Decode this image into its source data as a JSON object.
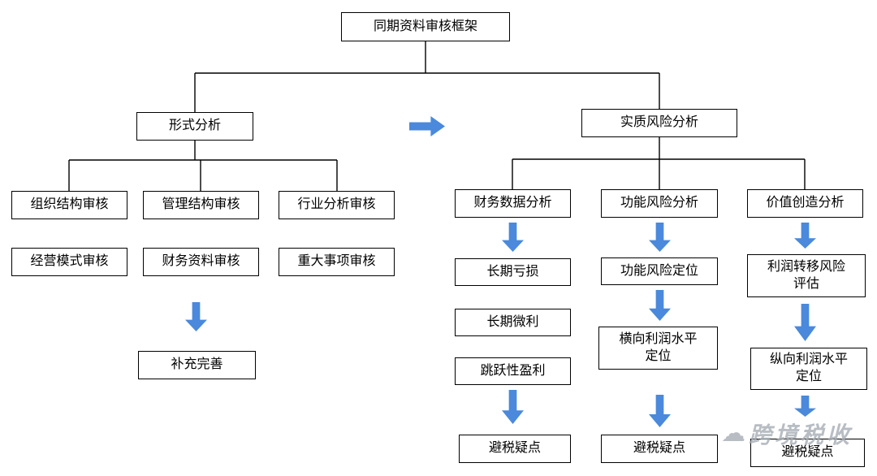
{
  "colors": {
    "arrow": "#4a89dc",
    "line": "#000000",
    "border": "#000000",
    "background": "#ffffff",
    "watermark": "#a6adb5"
  },
  "diagram": {
    "title": "同期资料审核框架",
    "left": {
      "label": "形式分析",
      "row1": [
        "组织结构审核",
        "管理结构审核",
        "行业分析审核"
      ],
      "row2": [
        "经营模式审核",
        "财务资料审核",
        "重大事项审核"
      ],
      "result": "补充完善"
    },
    "right": {
      "label": "实质风险分析",
      "col1": {
        "header": "财务数据分析",
        "items": [
          "长期亏损",
          "长期微利",
          "跳跃性盈利"
        ],
        "result": "避税疑点"
      },
      "col2": {
        "header": "功能风险分析",
        "step1": "功能风险定位",
        "step2": "横向利润水平\n定位",
        "result": "避税疑点"
      },
      "col3": {
        "header": "价值创造分析",
        "step1": "利润转移风险\n评估",
        "step2": "纵向利润水平\n定位",
        "result": "避税疑点"
      }
    },
    "watermark": "跨境税收"
  }
}
